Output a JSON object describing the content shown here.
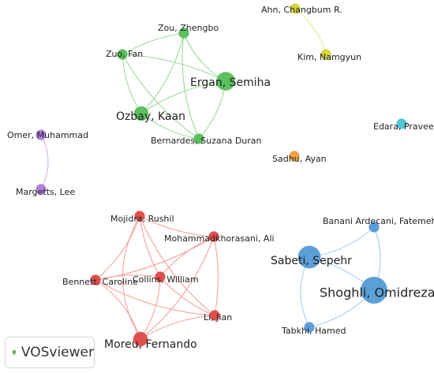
{
  "network": {
    "clusters": [
      {
        "id": "green",
        "color": "#5cc05f",
        "edge_color": "#9ed99c"
      },
      {
        "id": "yellow",
        "color": "#d6d63a",
        "edge_color": "#eaea8a"
      },
      {
        "id": "cyan",
        "color": "#4fc6d4"
      },
      {
        "id": "purple",
        "color": "#b07fd9",
        "edge_color": "#d3b4ee"
      },
      {
        "id": "orange",
        "color": "#f0a143"
      },
      {
        "id": "red",
        "color": "#e0504d",
        "edge_color": "#f2a39f"
      },
      {
        "id": "blue",
        "color": "#5b9fd8",
        "edge_color": "#a9cdee"
      }
    ],
    "nodes": [
      {
        "id": "zou",
        "label": "Zou, Zhengbo",
        "cluster": "green",
        "weight": 1
      },
      {
        "id": "zuo",
        "label": "Zuo, Fan",
        "cluster": "green",
        "weight": 1
      },
      {
        "id": "ergan",
        "label": "Ergan, Semiha",
        "cluster": "green",
        "weight": 3
      },
      {
        "id": "ozbay",
        "label": "Ozbay, Kaan",
        "cluster": "green",
        "weight": 2
      },
      {
        "id": "bernardes",
        "label": "Bernardes, Suzana Duran",
        "cluster": "green",
        "weight": 1
      },
      {
        "id": "ahn",
        "label": "Ahn, Changbum R.",
        "cluster": "yellow",
        "weight": 1
      },
      {
        "id": "kim",
        "label": "Kim, Namgyun",
        "cluster": "yellow",
        "weight": 1
      },
      {
        "id": "edara",
        "label": "Edara, Praveen",
        "cluster": "cyan",
        "weight": 1
      },
      {
        "id": "omer",
        "label": "Omer, Muhammad",
        "cluster": "purple",
        "weight": 1
      },
      {
        "id": "margetts",
        "label": "Margetts, Lee",
        "cluster": "purple",
        "weight": 1
      },
      {
        "id": "sadhu",
        "label": "Sadhu, Ayan",
        "cluster": "orange",
        "weight": 1
      },
      {
        "id": "mojidra",
        "label": "Mojidra, Rushil",
        "cluster": "red",
        "weight": 1
      },
      {
        "id": "mohammad",
        "label": "Mohammadkhorasani, Ali",
        "cluster": "red",
        "weight": 1
      },
      {
        "id": "bennett",
        "label": "Bennett, Caroline",
        "cluster": "red",
        "weight": 1
      },
      {
        "id": "collins",
        "label": "Collins, William",
        "cluster": "red",
        "weight": 1
      },
      {
        "id": "li",
        "label": "Li, Jian",
        "cluster": "red",
        "weight": 1
      },
      {
        "id": "moreu",
        "label": "Moreu, Fernando",
        "cluster": "red",
        "weight": 2
      },
      {
        "id": "banani",
        "label": "Banani Ardecani, Fatemeh",
        "cluster": "blue",
        "weight": 1
      },
      {
        "id": "sabeti",
        "label": "Sabeti, Sepehr",
        "cluster": "blue",
        "weight": 4
      },
      {
        "id": "shoghli",
        "label": "Shoghli, Omidreza",
        "cluster": "blue",
        "weight": 5
      },
      {
        "id": "tabkhi",
        "label": "Tabkhi, Hamed",
        "cluster": "blue",
        "weight": 1
      }
    ],
    "edges": [
      [
        "zou",
        "ergan"
      ],
      [
        "zou",
        "ozbay"
      ],
      [
        "zou",
        "bernardes"
      ],
      [
        "zou",
        "zuo"
      ],
      [
        "zuo",
        "ergan"
      ],
      [
        "zuo",
        "ozbay"
      ],
      [
        "zuo",
        "bernardes"
      ],
      [
        "ergan",
        "ozbay"
      ],
      [
        "ergan",
        "bernardes"
      ],
      [
        "ozbay",
        "bernardes"
      ],
      [
        "ahn",
        "kim"
      ],
      [
        "omer",
        "margetts"
      ],
      [
        "mojidra",
        "mohammad"
      ],
      [
        "mojidra",
        "bennett"
      ],
      [
        "mojidra",
        "collins"
      ],
      [
        "mojidra",
        "li"
      ],
      [
        "mojidra",
        "moreu"
      ],
      [
        "mohammad",
        "bennett"
      ],
      [
        "mohammad",
        "collins"
      ],
      [
        "mohammad",
        "li"
      ],
      [
        "mohammad",
        "moreu"
      ],
      [
        "bennett",
        "collins"
      ],
      [
        "bennett",
        "li"
      ],
      [
        "bennett",
        "moreu"
      ],
      [
        "collins",
        "li"
      ],
      [
        "collins",
        "moreu"
      ],
      [
        "li",
        "moreu"
      ],
      [
        "banani",
        "sabeti"
      ],
      [
        "banani",
        "shoghli"
      ],
      [
        "sabeti",
        "shoghli"
      ],
      [
        "sabeti",
        "tabkhi"
      ],
      [
        "shoghli",
        "tabkhi"
      ]
    ]
  },
  "logo": {
    "text": "VOSviewer"
  }
}
